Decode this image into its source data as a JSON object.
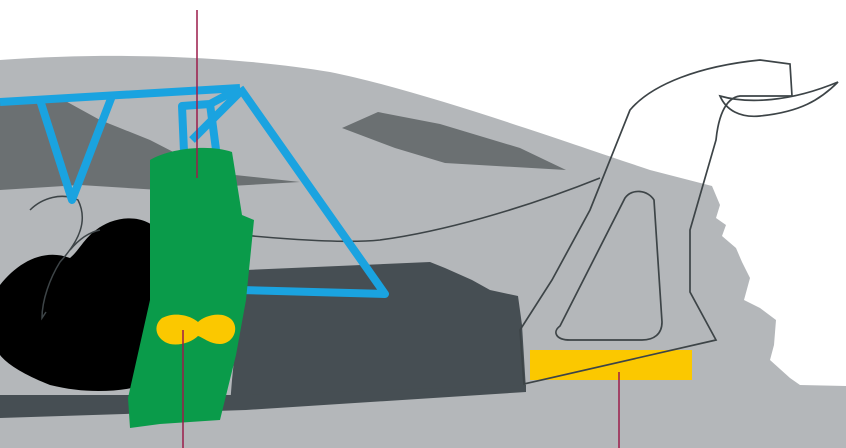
{
  "diagram": {
    "subject": "",
    "colors": {
      "background": "#ffffff",
      "body": "#b4b7ba",
      "body_dark": "#6b7072",
      "chassis": "#464e53",
      "roll_cage": "#1aa3e0",
      "seat": "#000000",
      "panel": "#0a9b4a",
      "connector": "#fbc800",
      "leader_line": "#9b1c4a",
      "outline": "#3d4447"
    },
    "leaders": [
      "top-center",
      "bottom-left",
      "bottom-right"
    ]
  }
}
